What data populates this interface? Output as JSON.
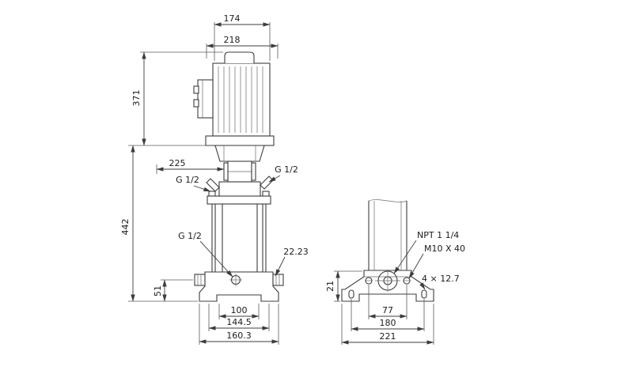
{
  "left_view": {
    "dim_174": "174",
    "dim_218": "218",
    "dim_371": "371",
    "dim_225": "225",
    "port_left": "G 1/2",
    "port_right": "G 1/2",
    "dim_442": "442",
    "port_drain": "G 1/2",
    "dim_22_23": "22.23",
    "dim_51": "51",
    "dim_100": "100",
    "dim_144_5": "144.5",
    "dim_160_3": "160.3"
  },
  "right_view": {
    "thread_npt": "NPT 1 1/4",
    "bolt_m10": "M10 X 40",
    "dim_21": "21",
    "slot_4x": "4 × 12.7",
    "dim_77": "77",
    "dim_180": "180",
    "dim_221": "221"
  }
}
